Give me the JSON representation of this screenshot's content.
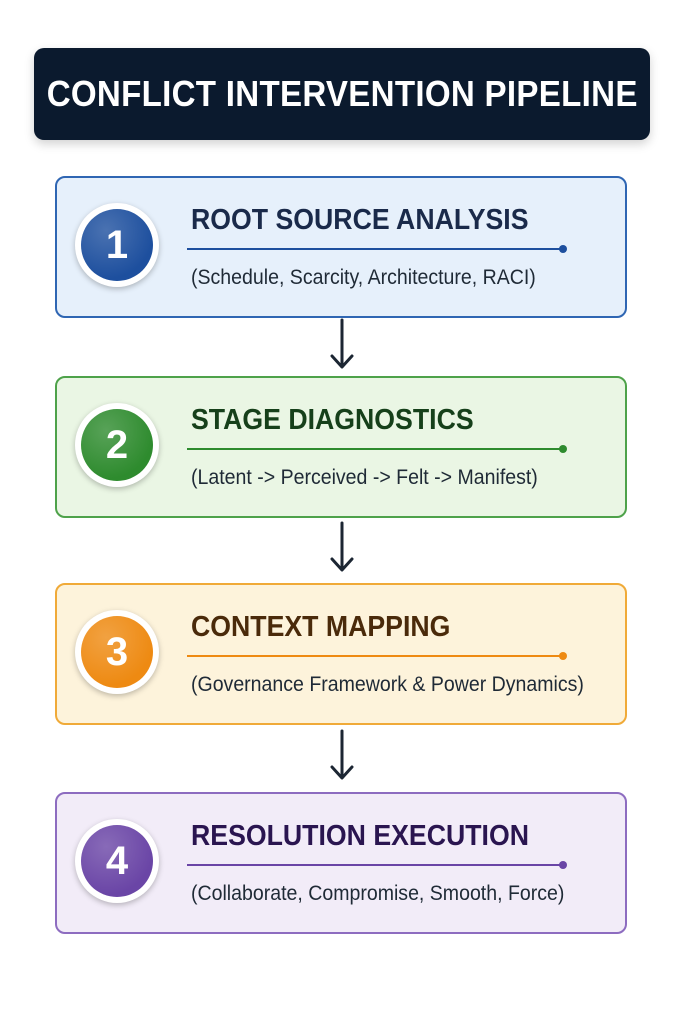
{
  "title": "CONFLICT INTERVENTION PIPELINE",
  "steps": [
    {
      "number": "1",
      "title": "ROOT SOURCE ANALYSIS",
      "subtitle": "(Schedule, Scarcity, Architecture, RACI)",
      "colors": {
        "accent": "#1d4f9e",
        "bg": "#e6f0fb",
        "border": "#2f66b3",
        "text": "#1a2a4a"
      }
    },
    {
      "number": "2",
      "title": "STAGE DIAGNOSTICS",
      "subtitle": "(Latent -> Perceived -> Felt -> Manifest)",
      "colors": {
        "accent": "#2e8b2e",
        "bg": "#eaf6e4",
        "border": "#4ea24a",
        "text": "#16401a"
      }
    },
    {
      "number": "3",
      "title": "CONTEXT MAPPING",
      "subtitle": "(Governance Framework & Power Dynamics)",
      "colors": {
        "accent": "#ee8a12",
        "bg": "#fdf3db",
        "border": "#f0aa38",
        "text": "#4a2a0a"
      }
    },
    {
      "number": "4",
      "title": "RESOLUTION EXECUTION",
      "subtitle": "(Collaborate, Compromise, Smooth, Force)",
      "colors": {
        "accent": "#6a45a6",
        "bg": "#f2ecf8",
        "border": "#8d6cc0",
        "text": "#2a1550"
      }
    }
  ],
  "colors": {
    "title_bg": "#0b1a2e",
    "title_text": "#ffffff",
    "arrow": "#1c2633"
  }
}
